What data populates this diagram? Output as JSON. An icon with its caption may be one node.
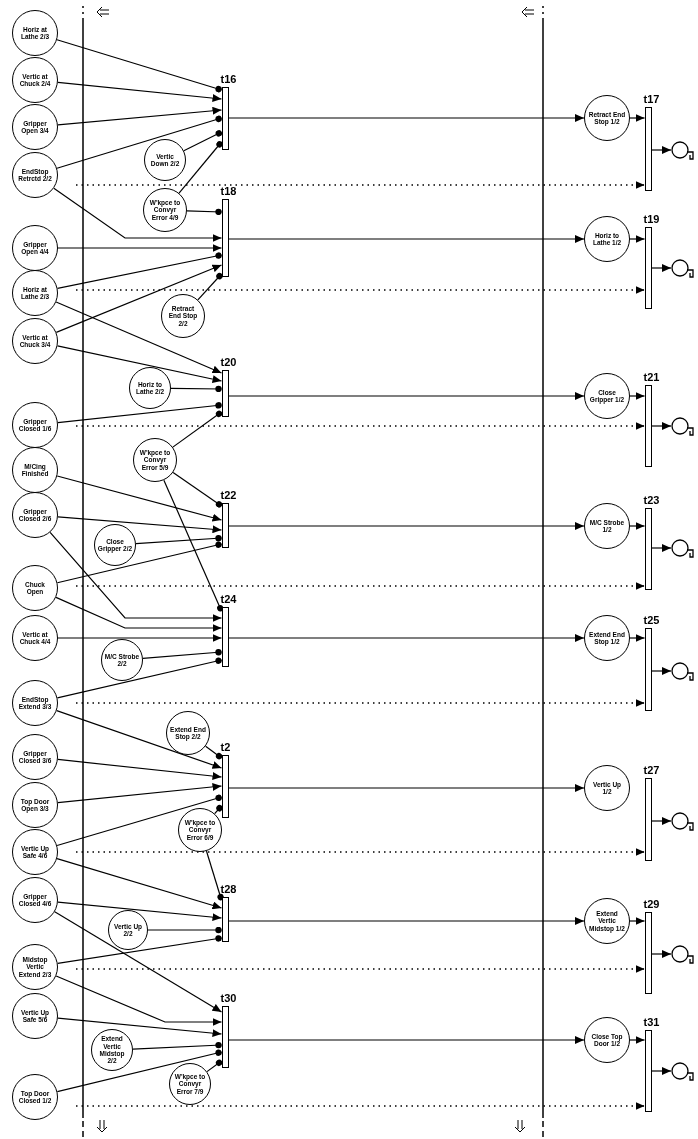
{
  "diagram": {
    "nodes": [
      {
        "text": [
          "Horiz at Lathe 2/3"
        ]
      },
      {
        "text": [
          "Vertic at Chuck 2/4"
        ]
      },
      {
        "text": [
          "Gripper Open 3/4"
        ]
      },
      {
        "text": [
          "EndStop Retrctd 2/2"
        ]
      },
      {
        "text": [
          "t16"
        ]
      },
      {
        "text": [
          "Vertic Down 2/2"
        ]
      },
      {
        "text": [
          "W'kpce to Convyr Error 4/9"
        ]
      },
      {
        "text": [
          "Retract End Stop 1/2"
        ]
      },
      {
        "text": [
          "t17"
        ]
      },
      {
        "text": [],
        "shape": "circle"
      },
      {
        "text": [
          "Gripper Open 4/4"
        ]
      },
      {
        "text": [
          "Horiz at Lathe 2/3"
        ]
      },
      {
        "text": [
          "Vertic at Chuck 3/4"
        ]
      },
      {
        "text": [
          "t18"
        ]
      },
      {
        "text": [
          "Retract End Stop 2/2"
        ]
      },
      {
        "text": [
          "Horiz to Lathe 1/2"
        ]
      },
      {
        "text": [
          "t19"
        ]
      },
      {
        "text": [],
        "shape": "circle"
      },
      {
        "text": [
          "Horiz to Lathe 2/2"
        ]
      },
      {
        "text": [
          "Gripper Closed 1/6"
        ]
      },
      {
        "text": [
          "t20"
        ]
      },
      {
        "text": [
          "Close Gripper 1/2"
        ]
      },
      {
        "text": [
          "t21"
        ]
      },
      {
        "text": [],
        "shape": "circle"
      },
      {
        "text": [
          "W'kpce to Convyr Error 5/9"
        ]
      },
      {
        "text": [
          "M/Cing Finished"
        ]
      },
      {
        "text": [
          "Gripper Closed 2/6"
        ]
      },
      {
        "text": [
          "t22"
        ]
      },
      {
        "text": [
          "Close Gripper 2/2"
        ]
      },
      {
        "text": [
          "M/C Strobe 1/2"
        ]
      },
      {
        "text": [
          "t23"
        ]
      },
      {
        "text": [],
        "shape": "circle"
      },
      {
        "text": [
          "Chuck Open"
        ]
      },
      {
        "text": [
          "Vertic at Chuck 4/4"
        ]
      },
      {
        "text": [
          "t24"
        ]
      },
      {
        "text": [
          "M/C Strobe 2/2"
        ]
      },
      {
        "text": [
          "Extend End Stop 1/2"
        ]
      },
      {
        "text": [
          "t25"
        ]
      },
      {
        "text": [],
        "shape": "circle"
      },
      {
        "text": [
          "EndStop Extend 3/3"
        ]
      },
      {
        "text": [
          "Extend End Stop 2/2"
        ]
      },
      {
        "text": [
          "Gripper Closed 3/6"
        ]
      },
      {
        "text": [
          "t2"
        ]
      },
      {
        "text": [
          "Top Door Open 3/3"
        ]
      },
      {
        "text": [
          "W'kpce to Convyr Error 6/9"
        ]
      },
      {
        "text": [
          "Vertic Up 1/2"
        ]
      },
      {
        "text": [
          "t27"
        ]
      },
      {
        "text": [],
        "shape": "circle"
      },
      {
        "text": [
          "Vertic Up Safe 4/6"
        ]
      },
      {
        "text": [
          "Gripper Closed 4/6"
        ]
      },
      {
        "text": [
          "t28"
        ]
      },
      {
        "text": [
          "Vertic Up 2/2"
        ]
      },
      {
        "text": [
          "Extend Vertic Midstop 1/2"
        ]
      },
      {
        "text": [
          "t29"
        ]
      },
      {
        "text": [],
        "shape": "circle"
      },
      {
        "text": [
          "Midstop Vertic Extend 2/3"
        ]
      },
      {
        "text": [
          "Vertic Up Safe 5/6"
        ]
      },
      {
        "text": [
          "t30"
        ]
      },
      {
        "text": [
          "Extend Vertic Midstop 2/2"
        ]
      },
      {
        "text": [
          "W'kpce to Convyr Error 7/9"
        ]
      },
      {
        "text": [
          "Top Door Closed 1/2"
        ]
      },
      {
        "text": [
          "Close Top Door 1/2"
        ]
      },
      {
        "text": [
          "t31"
        ]
      },
      {
        "text": [],
        "shape": "circle"
      }
    ],
    "edges": [
      {
        "from": 0,
        "to": 4,
        "arrow": "other"
      },
      {
        "from": 1,
        "to": 4,
        "arrow": "to"
      },
      {
        "from": 2,
        "to": 4,
        "arrow": "to"
      },
      {
        "from": 3,
        "to": 4,
        "arrow": "other"
      },
      {
        "from": 5,
        "to": 4,
        "arrow": "other"
      },
      {
        "from": 6,
        "to": 4,
        "arrow": "other"
      },
      {
        "from": 4,
        "to": 7,
        "arrow": "to"
      },
      {
        "from": 7,
        "to": 8,
        "arrow": "to"
      },
      {
        "from": 8,
        "to": 9,
        "arrow": "to"
      },
      {
        "from": null,
        "to": 8,
        "arrow": "to",
        "style": "dashed"
      },
      {
        "from": 6,
        "to": 13,
        "arrow": "other"
      },
      {
        "from": 3,
        "to": 13,
        "arrow": "to"
      },
      {
        "from": 10,
        "to": 13,
        "arrow": "to"
      },
      {
        "from": 11,
        "to": 13,
        "arrow": "other"
      },
      {
        "from": 12,
        "to": 13,
        "arrow": "to"
      },
      {
        "from": 14,
        "to": 13,
        "arrow": "other"
      },
      {
        "from": 13,
        "to": 15,
        "arrow": "to"
      },
      {
        "from": 15,
        "to": 16,
        "arrow": "to"
      },
      {
        "from": 16,
        "to": 17,
        "arrow": "to"
      },
      {
        "from": null,
        "to": 16,
        "arrow": "to",
        "style": "dashed"
      },
      {
        "from": 11,
        "to": 20,
        "arrow": "to"
      },
      {
        "from": 12,
        "to": 20,
        "arrow": "to"
      },
      {
        "from": 18,
        "to": 20,
        "arrow": "other"
      },
      {
        "from": 19,
        "to": 20,
        "arrow": "other"
      },
      {
        "from": 24,
        "to": 20,
        "arrow": "other"
      },
      {
        "from": 20,
        "to": 21,
        "arrow": "to"
      },
      {
        "from": 21,
        "to": 22,
        "arrow": "to"
      },
      {
        "from": 22,
        "to": 23,
        "arrow": "to"
      },
      {
        "from": null,
        "to": 22,
        "arrow": "to",
        "style": "dashed"
      },
      {
        "from": 24,
        "to": 27,
        "arrow": "other"
      },
      {
        "from": 25,
        "to": 27,
        "arrow": "to"
      },
      {
        "from": 26,
        "to": 27,
        "arrow": "to"
      },
      {
        "from": 28,
        "to": 27,
        "arrow": "other"
      },
      {
        "from": 32,
        "to": 27,
        "arrow": "other"
      },
      {
        "from": 27,
        "to": 29,
        "arrow": "to"
      },
      {
        "from": 29,
        "to": 30,
        "arrow": "to"
      },
      {
        "from": 30,
        "to": 31,
        "arrow": "to"
      },
      {
        "from": null,
        "to": 30,
        "arrow": "to",
        "style": "dashed"
      },
      {
        "from": 24,
        "to": 34,
        "arrow": "other"
      },
      {
        "from": 26,
        "to": 34,
        "arrow": "to"
      },
      {
        "from": 32,
        "to": 34,
        "arrow": "to"
      },
      {
        "from": 33,
        "to": 34,
        "arrow": "to"
      },
      {
        "from": 35,
        "to": 34,
        "arrow": "other"
      },
      {
        "from": 39,
        "to": 34,
        "arrow": "other"
      },
      {
        "from": 34,
        "to": 36,
        "arrow": "to"
      },
      {
        "from": 36,
        "to": 37,
        "arrow": "to"
      },
      {
        "from": 37,
        "to": 38,
        "arrow": "to"
      },
      {
        "from": null,
        "to": 37,
        "arrow": "to",
        "style": "dashed"
      },
      {
        "from": 40,
        "to": 42,
        "arrow": "other"
      },
      {
        "from": 39,
        "to": 42,
        "arrow": "to"
      },
      {
        "from": 41,
        "to": 42,
        "arrow": "to"
      },
      {
        "from": 43,
        "to": 42,
        "arrow": "to"
      },
      {
        "from": 48,
        "to": 42,
        "arrow": "other"
      },
      {
        "from": 44,
        "to": 42,
        "arrow": "other"
      },
      {
        "from": 42,
        "to": 45,
        "arrow": "to"
      },
      {
        "from": 46,
        "to": 47,
        "arrow": "to"
      },
      {
        "from": null,
        "to": 46,
        "arrow": "to",
        "style": "dashed"
      },
      {
        "from": 44,
        "to": 50,
        "arrow": "other"
      },
      {
        "from": 48,
        "to": 50,
        "arrow": "to"
      },
      {
        "from": 49,
        "to": 50,
        "arrow": "to"
      },
      {
        "from": 51,
        "to": 50,
        "arrow": "other"
      },
      {
        "from": 55,
        "to": 50,
        "arrow": "other"
      },
      {
        "from": 50,
        "to": 52,
        "arrow": "to"
      },
      {
        "from": 52,
        "to": 53,
        "arrow": "to"
      },
      {
        "from": 53,
        "to": 54,
        "arrow": "to"
      },
      {
        "from": null,
        "to": 53,
        "arrow": "to",
        "style": "dashed"
      },
      {
        "from": 49,
        "to": 57,
        "arrow": "to"
      },
      {
        "from": 55,
        "to": 57,
        "arrow": "to"
      },
      {
        "from": 56,
        "to": 57,
        "arrow": "to"
      },
      {
        "from": 58,
        "to": 57,
        "arrow": "other"
      },
      {
        "from": 60,
        "to": 57,
        "arrow": "other"
      },
      {
        "from": 59,
        "to": 57,
        "arrow": "other"
      },
      {
        "from": 57,
        "to": 61,
        "arrow": "to"
      },
      {
        "from": 61,
        "to": 62,
        "arrow": "to"
      },
      {
        "from": 62,
        "to": 63,
        "arrow": "to"
      },
      {
        "from": null,
        "to": 62,
        "arrow": "to",
        "style": "dashed"
      }
    ]
  }
}
